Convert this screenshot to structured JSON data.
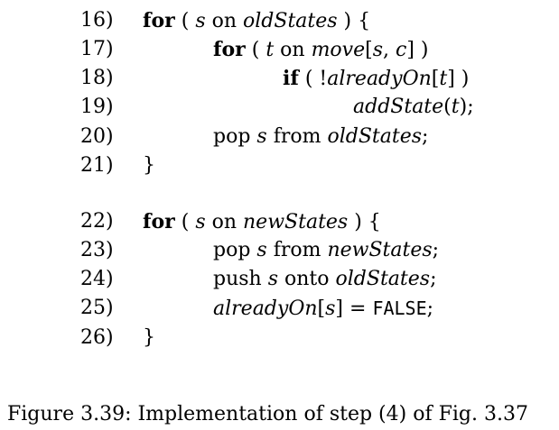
{
  "code_lines": [
    {
      "number": "16)",
      "segments": [
        {
          "t": "for",
          "s": "kw"
        },
        {
          "t": " ( ",
          "s": ""
        },
        {
          "t": "s",
          "s": "it"
        },
        {
          "t": " on ",
          "s": ""
        },
        {
          "t": "oldStates",
          "s": "it"
        },
        {
          "t": " ) {",
          "s": ""
        }
      ]
    },
    {
      "number": "17)",
      "segments": [
        {
          "t": "for",
          "s": "kw"
        },
        {
          "t": " ( ",
          "s": ""
        },
        {
          "t": "t",
          "s": "it"
        },
        {
          "t": " on ",
          "s": ""
        },
        {
          "t": "move",
          "s": "it"
        },
        {
          "t": "[",
          "s": ""
        },
        {
          "t": "s",
          "s": "it"
        },
        {
          "t": ", ",
          "s": ""
        },
        {
          "t": "c",
          "s": "it"
        },
        {
          "t": "] )",
          "s": ""
        }
      ]
    },
    {
      "number": "18)",
      "segments": [
        {
          "t": "if",
          "s": "kw"
        },
        {
          "t": " ( !",
          "s": ""
        },
        {
          "t": "alreadyOn",
          "s": "it"
        },
        {
          "t": "[",
          "s": ""
        },
        {
          "t": "t",
          "s": "it"
        },
        {
          "t": "] )",
          "s": ""
        }
      ]
    },
    {
      "number": "19)",
      "segments": [
        {
          "t": "addState",
          "s": "it"
        },
        {
          "t": "(",
          "s": ""
        },
        {
          "t": "t",
          "s": "it"
        },
        {
          "t": ");",
          "s": ""
        }
      ]
    },
    {
      "number": "20)",
      "segments": [
        {
          "t": "pop ",
          "s": ""
        },
        {
          "t": "s",
          "s": "it"
        },
        {
          "t": " from ",
          "s": ""
        },
        {
          "t": "oldStates",
          "s": "it"
        },
        {
          "t": ";",
          "s": ""
        }
      ]
    },
    {
      "number": "21)",
      "segments": [
        {
          "t": "}",
          "s": ""
        }
      ]
    },
    {
      "number": "22)",
      "segments": [
        {
          "t": "for",
          "s": "kw"
        },
        {
          "t": " ( ",
          "s": ""
        },
        {
          "t": "s",
          "s": "it"
        },
        {
          "t": " on ",
          "s": ""
        },
        {
          "t": "newStates",
          "s": "it"
        },
        {
          "t": " ) {",
          "s": ""
        }
      ]
    },
    {
      "number": "23)",
      "segments": [
        {
          "t": "pop ",
          "s": ""
        },
        {
          "t": "s",
          "s": "it"
        },
        {
          "t": " from ",
          "s": ""
        },
        {
          "t": "newStates",
          "s": "it"
        },
        {
          "t": ";",
          "s": ""
        }
      ]
    },
    {
      "number": "24)",
      "segments": [
        {
          "t": "push ",
          "s": ""
        },
        {
          "t": "s",
          "s": "it"
        },
        {
          "t": " onto ",
          "s": ""
        },
        {
          "t": "oldStates",
          "s": "it"
        },
        {
          "t": ";",
          "s": ""
        }
      ]
    },
    {
      "number": "25)",
      "segments": [
        {
          "t": "alreadyOn",
          "s": "it"
        },
        {
          "t": "[",
          "s": ""
        },
        {
          "t": "s",
          "s": "it"
        },
        {
          "t": "] = ",
          "s": ""
        },
        {
          "t": "FALSE",
          "s": "tt"
        },
        {
          "t": ";",
          "s": ""
        }
      ]
    },
    {
      "number": "26)",
      "segments": [
        {
          "t": "}",
          "s": ""
        }
      ]
    }
  ],
  "caption": "Figure 3.39: Implementation of step (4) of Fig. 3.37"
}
